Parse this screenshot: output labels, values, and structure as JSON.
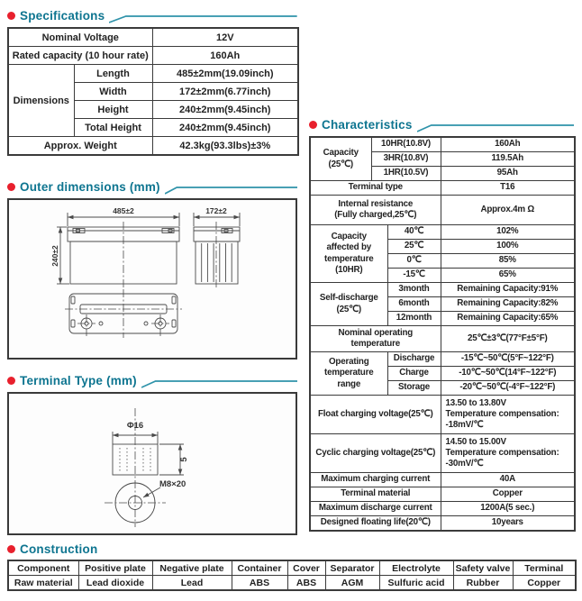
{
  "colors": {
    "accent_red": "#e8202d",
    "heading_teal": "#0e7590",
    "swoosh_teal": "#2f93aa",
    "table_border": "#3b3b3b"
  },
  "specifications": {
    "title": "Specifications",
    "rows": [
      {
        "label": "Nominal Voltage",
        "value": "12V"
      },
      {
        "label": "Rated capacity (10 hour rate)",
        "value": "160Ah"
      }
    ],
    "dimensions_label": "Dimensions",
    "dimension_rows": [
      {
        "label": "Length",
        "value": "485±2mm(19.09inch)"
      },
      {
        "label": "Width",
        "value": "172±2mm(6.77inch)"
      },
      {
        "label": "Height",
        "value": "240±2mm(9.45inch)"
      },
      {
        "label": "Total Height",
        "value": "240±2mm(9.45inch)"
      }
    ],
    "weight_row": {
      "label": "Approx. Weight",
      "value": "42.3kg(93.3lbs)±3%"
    }
  },
  "outer_dimensions": {
    "title": "Outer dimensions  (mm)",
    "labels": {
      "front_width": "485±2",
      "front_height": "240±2",
      "side_width": "172±2"
    }
  },
  "terminal_type": {
    "title": "Terminal Type (mm)",
    "labels": {
      "diameter": "Φ16",
      "height": "5",
      "bolt": "M8×20"
    }
  },
  "characteristics": {
    "title": "Characteristics",
    "capacity": {
      "group": "Capacity\n(25℃)",
      "rows": [
        {
          "sub": "10HR(10.8V)",
          "value": "160Ah"
        },
        {
          "sub": "3HR(10.8V)",
          "value": "119.5Ah"
        },
        {
          "sub": "1HR(10.5V)",
          "value": "95Ah"
        }
      ]
    },
    "terminal_row": {
      "label": "Terminal type",
      "value": "T16"
    },
    "internal_resistance": {
      "label": "Internal resistance\n(Fully charged,25℃)",
      "value": "Approx.4m Ω"
    },
    "temp_capacity": {
      "group": "Capacity\naffected by\ntemperature\n(10HR)",
      "rows": [
        {
          "sub": "40℃",
          "value": "102%"
        },
        {
          "sub": "25℃",
          "value": "100%"
        },
        {
          "sub": "0℃",
          "value": "85%"
        },
        {
          "sub": "-15℃",
          "value": "65%"
        }
      ]
    },
    "self_discharge": {
      "group": "Self-discharge\n(25℃)",
      "rows": [
        {
          "sub": "3month",
          "value": "Remaining Capacity:91%"
        },
        {
          "sub": "6month",
          "value": "Remaining Capacity:82%"
        },
        {
          "sub": "12month",
          "value": "Remaining Capacity:65%"
        }
      ]
    },
    "nominal_temp": {
      "label": "Nominal operating\ntemperature",
      "value": "25℃±3℃(77°F±5°F)"
    },
    "operating_range": {
      "group": "Operating\ntemperature\nrange",
      "rows": [
        {
          "sub": "Discharge",
          "value": "-15℃~50℃(5°F~122°F)"
        },
        {
          "sub": "Charge",
          "value": "-10℃~50℃(14°F~122°F)"
        },
        {
          "sub": "Storage",
          "value": "-20℃~50℃(-4°F~122°F)"
        }
      ]
    },
    "float_charging": {
      "label": "Float charging voltage(25℃)",
      "value": "13.50 to 13.80V\nTemperature compensation:\n-18mV/℃"
    },
    "cyclic_charging": {
      "label": "Cyclic charging voltage(25℃)",
      "value": "14.50 to 15.00V\nTemperature compensation:\n-30mV/℃"
    },
    "bottom_rows": [
      {
        "label": "Maximum charging current",
        "value": "40A"
      },
      {
        "label": "Terminal material",
        "value": "Copper"
      },
      {
        "label": "Maximum discharge current",
        "value": "1200A(5 sec.)"
      },
      {
        "label": "Designed floating life(20℃)",
        "value": "10years"
      }
    ]
  },
  "construction": {
    "title": "Construction",
    "headers": [
      "Component",
      "Positive plate",
      "Negative plate",
      "Container",
      "Cover",
      "Separator",
      "Electrolyte",
      "Safety valve",
      "Terminal"
    ],
    "values": [
      "Raw material",
      "Lead dioxide",
      "Lead",
      "ABS",
      "ABS",
      "AGM",
      "Sulfuric acid",
      "Rubber",
      "Copper"
    ]
  }
}
